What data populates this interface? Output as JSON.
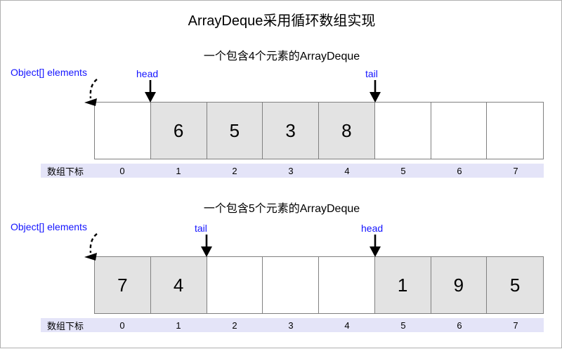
{
  "title": "ArrayDeque采用循环数组实现",
  "colors": {
    "pointer_label": "#1414ff",
    "filled_cell": "#e3e3e3",
    "empty_cell": "#ffffff",
    "index_strip": "#e4e4f8",
    "cell_border": "#808080",
    "page_border": "#b0b0b0"
  },
  "diagrams": [
    {
      "subtitle": "一个包含4个元素的ArrayDeque",
      "elements_label": "Object[] elements",
      "index_caption": "数组下标",
      "indices": [
        "0",
        "1",
        "2",
        "3",
        "4",
        "5",
        "6",
        "7"
      ],
      "cells": [
        {
          "value": "",
          "filled": false
        },
        {
          "value": "6",
          "filled": true
        },
        {
          "value": "5",
          "filled": true
        },
        {
          "value": "3",
          "filled": true
        },
        {
          "value": "8",
          "filled": true
        },
        {
          "value": "",
          "filled": false
        },
        {
          "value": "",
          "filled": false
        },
        {
          "value": "",
          "filled": false
        }
      ],
      "pointers": [
        {
          "name": "head",
          "label": "head",
          "index": 1
        },
        {
          "name": "tail",
          "label": "tail",
          "index": 5
        }
      ]
    },
    {
      "subtitle": "一个包含5个元素的ArrayDeque",
      "elements_label": "Object[] elements",
      "index_caption": "数组下标",
      "indices": [
        "0",
        "1",
        "2",
        "3",
        "4",
        "5",
        "6",
        "7"
      ],
      "cells": [
        {
          "value": "7",
          "filled": true
        },
        {
          "value": "4",
          "filled": true
        },
        {
          "value": "",
          "filled": false
        },
        {
          "value": "",
          "filled": false
        },
        {
          "value": "",
          "filled": false
        },
        {
          "value": "1",
          "filled": true
        },
        {
          "value": "9",
          "filled": true
        },
        {
          "value": "5",
          "filled": true
        }
      ],
      "pointers": [
        {
          "name": "tail",
          "label": "tail",
          "index": 2
        },
        {
          "name": "head",
          "label": "head",
          "index": 5
        }
      ]
    }
  ]
}
